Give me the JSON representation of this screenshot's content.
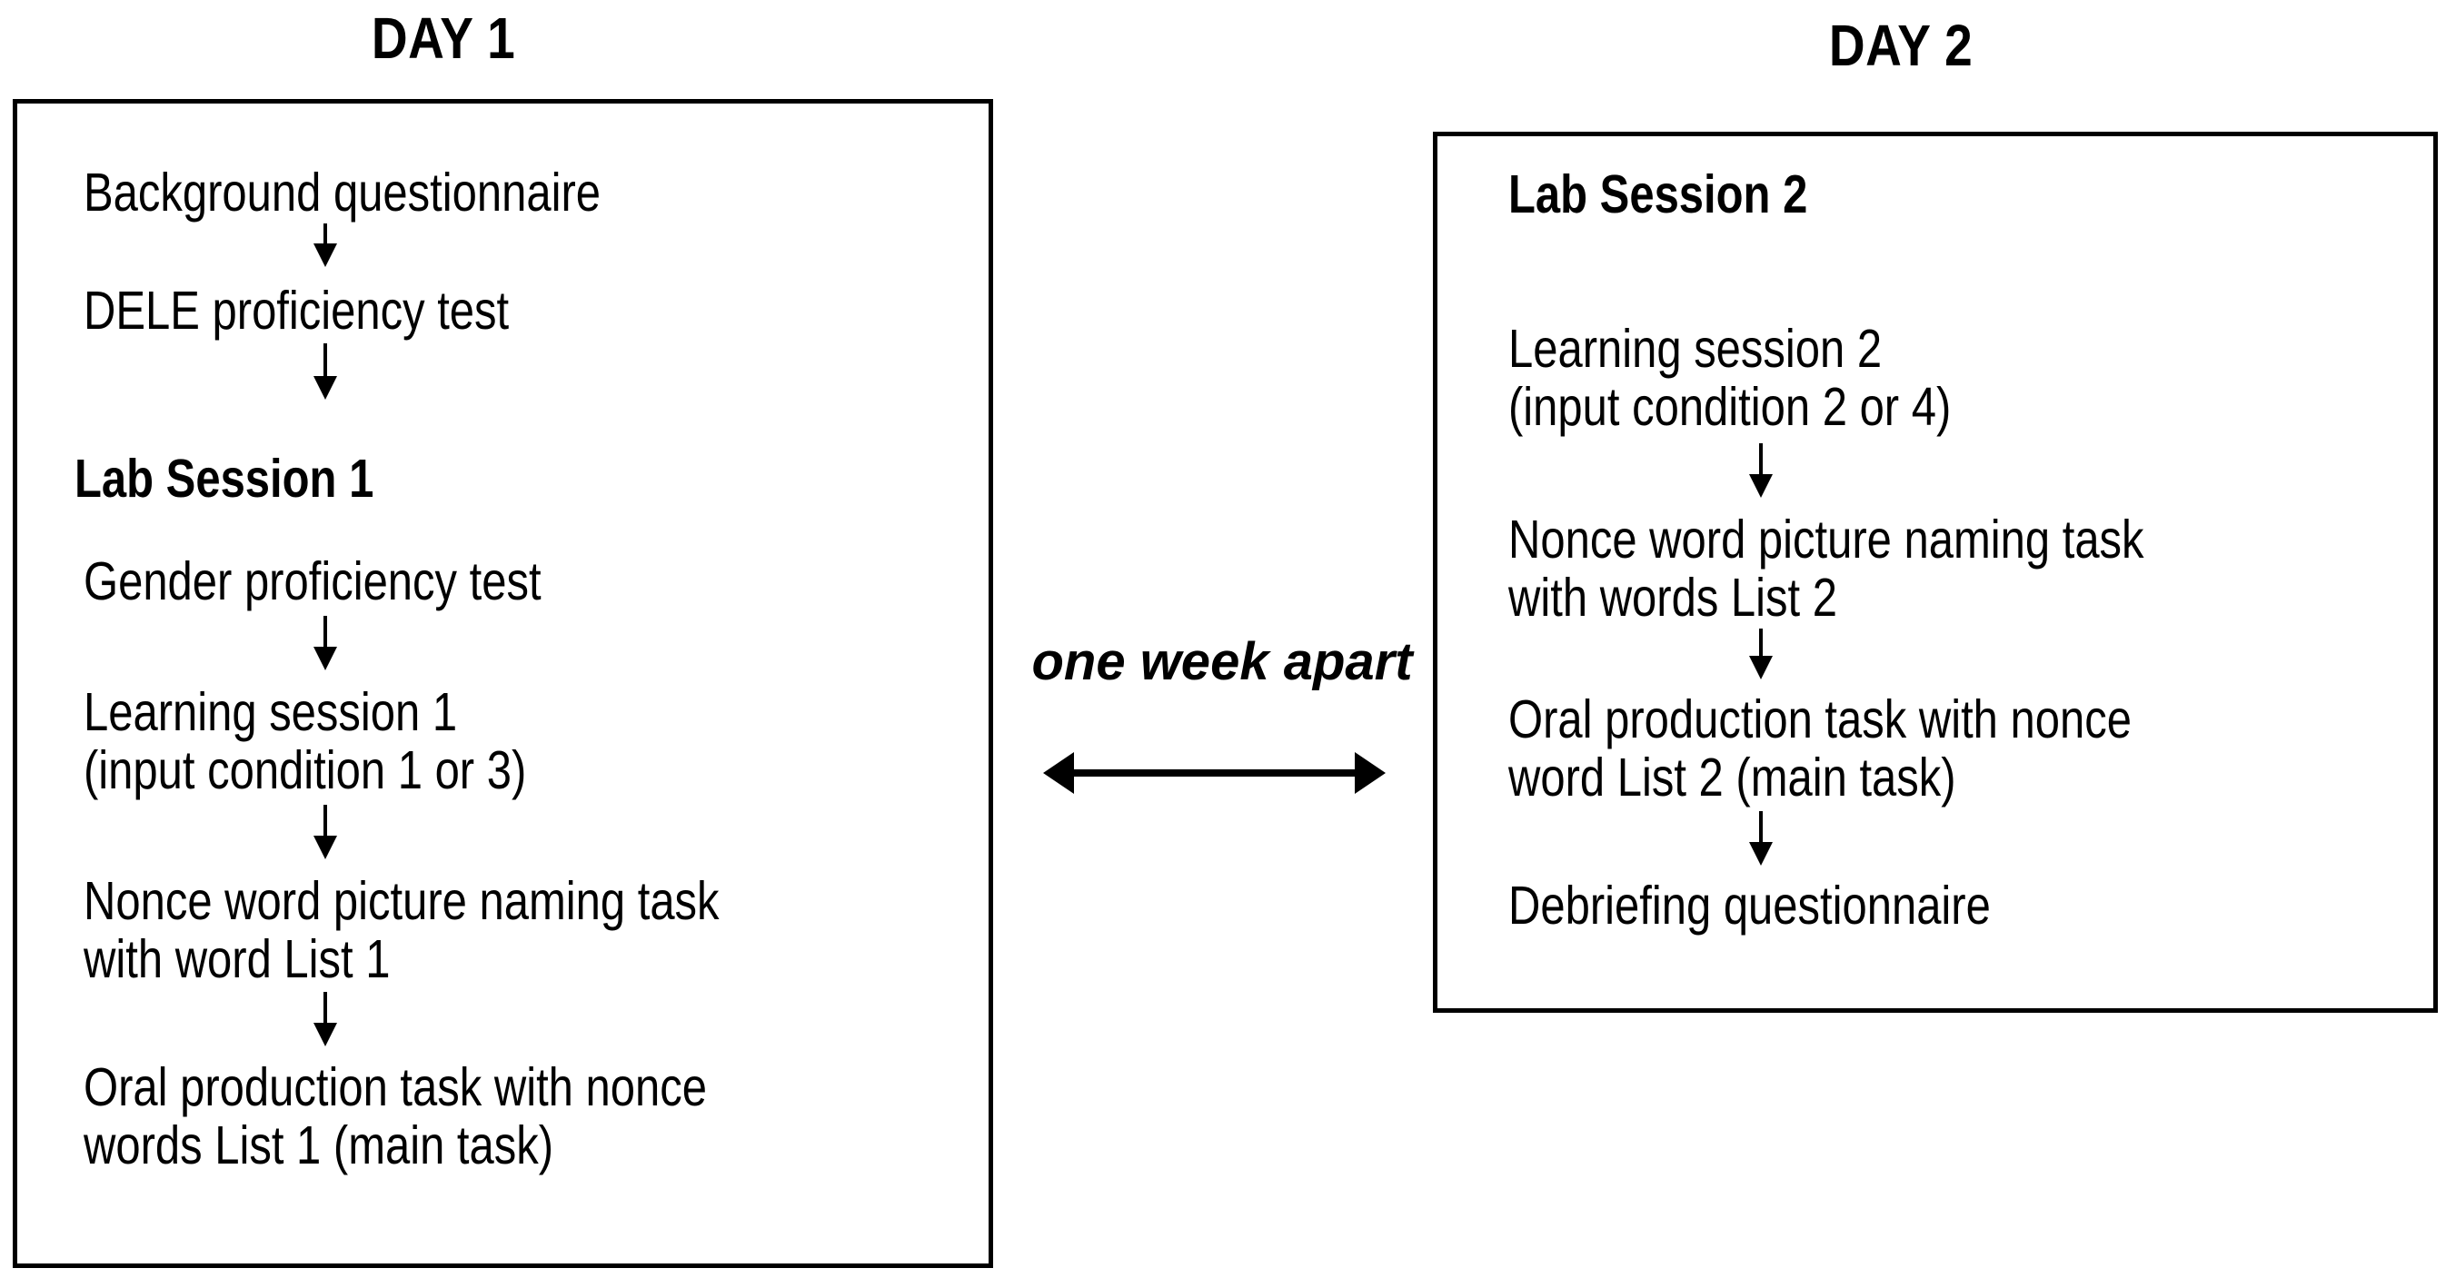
{
  "figure": {
    "type": "flow-diagram",
    "title_day1": "DAY 1",
    "title_day2": "DAY 2",
    "connector_label": "one week apart"
  },
  "day1": {
    "title": "DAY 1",
    "steps": [
      {
        "id": "background-questionnaire",
        "text": "Background questionnaire",
        "bold": false
      },
      {
        "id": "dele-proficiency-test",
        "text": "DELE proficiency test",
        "bold": false
      },
      {
        "id": "lab-session-1-heading",
        "text": "Lab Session 1",
        "bold": true
      },
      {
        "id": "gender-proficiency-test",
        "text": "Gender proficiency test",
        "bold": false
      },
      {
        "id": "learning-session-1",
        "text": "Learning session 1\n(input condition 1 or 3)",
        "bold": false
      },
      {
        "id": "nonce-word-picture-naming-1",
        "text": "Nonce word picture naming task\nwith word List 1",
        "bold": false
      },
      {
        "id": "oral-production-task-1",
        "text": "Oral production task with nonce\nwords List 1 (main task)",
        "bold": false
      }
    ]
  },
  "day2": {
    "title": "DAY 2",
    "steps": [
      {
        "id": "lab-session-2-heading",
        "text": "Lab Session 2",
        "bold": true
      },
      {
        "id": "learning-session-2",
        "text": "Learning session 2\n(input condition 2 or 4)",
        "bold": false
      },
      {
        "id": "nonce-word-picture-naming-2",
        "text": "Nonce word picture naming task\nwith words List 2",
        "bold": false
      },
      {
        "id": "oral-production-task-2",
        "text": "Oral production task with nonce\nword List 2 (main task)",
        "bold": false
      },
      {
        "id": "debriefing-questionnaire",
        "text": "Debriefing questionnaire",
        "bold": false
      }
    ]
  },
  "colors": {
    "stroke": "#000000",
    "background": "#ffffff",
    "text": "#000000"
  }
}
